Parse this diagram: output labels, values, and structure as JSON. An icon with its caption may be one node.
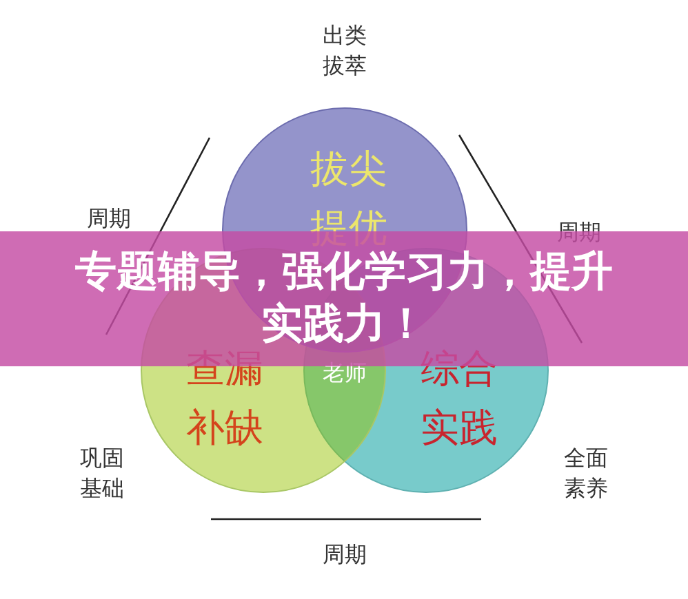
{
  "diagram": {
    "title": "专题辅导，强化学习力，提升实践力！",
    "nodes": [
      {
        "text": [
          "拔尖提优"
        ]
      },
      {
        "text": [
          "查漏补缺"
        ]
      },
      {
        "text": [
          "综合实践"
        ]
      }
    ],
    "labels": [
      "出类拔萃",
      "周期",
      "周期",
      "老师",
      "巩固基础",
      "全面素养",
      "周期"
    ]
  }
}
